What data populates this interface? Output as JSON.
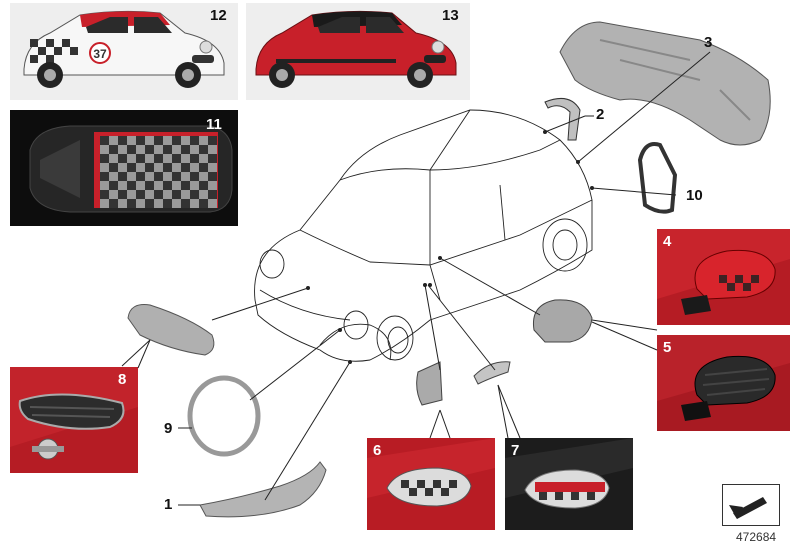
{
  "panels": {
    "p12": {
      "label": "12"
    },
    "p13": {
      "label": "13"
    },
    "p11": {
      "label": "11"
    },
    "p4": {
      "label": "4"
    },
    "p5": {
      "label": "5"
    },
    "p8": {
      "label": "8"
    },
    "p6": {
      "label": "6"
    },
    "p7": {
      "label": "7"
    }
  },
  "car12": {
    "number_badge": "37"
  },
  "callouts": {
    "c1": "1",
    "c2": "2",
    "c3": "3",
    "c9": "9",
    "c10": "10"
  },
  "diagram_id": "472684",
  "colors": {
    "red": "#c8202a",
    "dark_red": "#8e1418",
    "checker_dark": "#333333",
    "checker_light": "#9a9a9a",
    "part_grey": "#a8a8a8",
    "line": "#222222"
  },
  "icons": {
    "corner": "arrow-symbol-icon"
  }
}
